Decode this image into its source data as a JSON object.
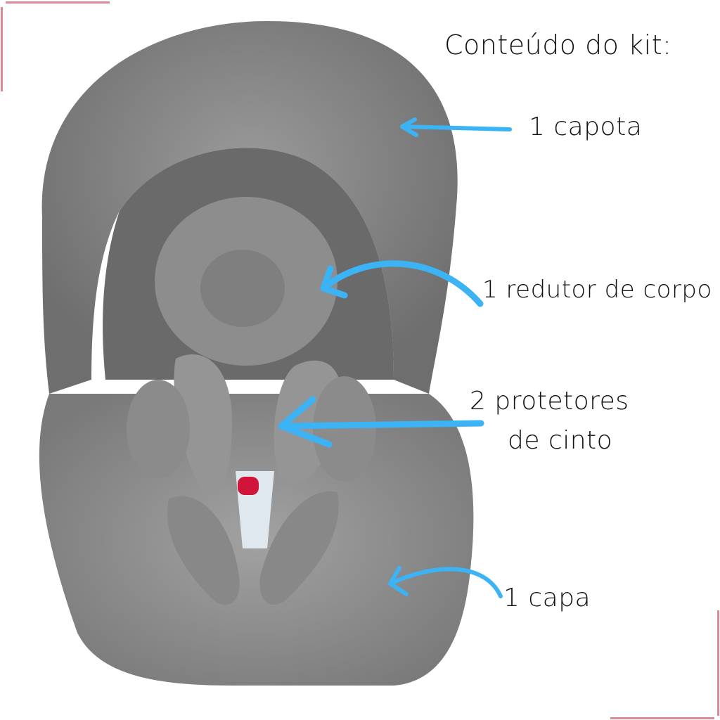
{
  "title": "Conteúdo do kit:",
  "items": [
    {
      "label": "1 capota"
    },
    {
      "label": "1 redutor de corpo"
    },
    {
      "label_line1": "2 protetores",
      "label_line2": "de cinto"
    },
    {
      "label": "1 capa"
    }
  ],
  "colors": {
    "arrow": "#3bb3f5",
    "frame": "#d98a93",
    "fabric": "#8a8a8a",
    "buckle": "#d0143a"
  }
}
